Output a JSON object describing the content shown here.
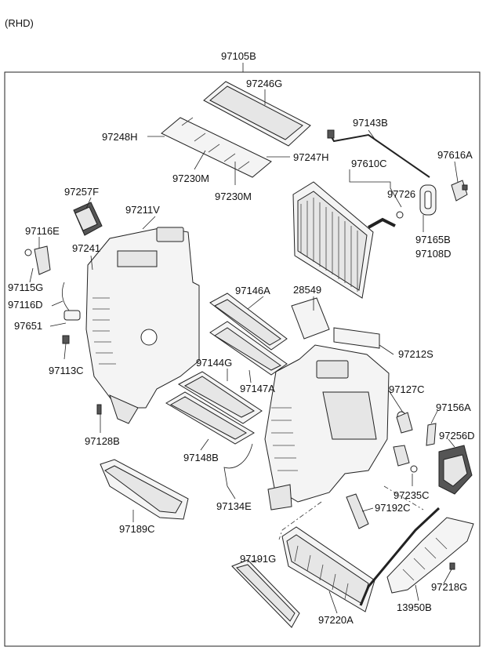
{
  "header": {
    "variant": "(RHD)"
  },
  "assembly": {
    "code": "97105B"
  },
  "parts": [
    {
      "code": "97246G"
    },
    {
      "code": "97143B"
    },
    {
      "code": "97248H"
    },
    {
      "code": "97247H"
    },
    {
      "code": "97616A"
    },
    {
      "code": "97230M"
    },
    {
      "code": "97610C"
    },
    {
      "code": "97230M"
    },
    {
      "code": "97726"
    },
    {
      "code": "97257F"
    },
    {
      "code": "97211V"
    },
    {
      "code": "97116E"
    },
    {
      "code": "97165B"
    },
    {
      "code": "97108D"
    },
    {
      "code": "97241"
    },
    {
      "code": "97115G"
    },
    {
      "code": "97116D"
    },
    {
      "code": "97146A"
    },
    {
      "code": "28549"
    },
    {
      "code": "97651"
    },
    {
      "code": "97212S"
    },
    {
      "code": "97113C"
    },
    {
      "code": "97144G"
    },
    {
      "code": "97147A"
    },
    {
      "code": "97127C"
    },
    {
      "code": "97156A"
    },
    {
      "code": "97256D"
    },
    {
      "code": "97128B"
    },
    {
      "code": "97148B"
    },
    {
      "code": "97235C"
    },
    {
      "code": "97134E"
    },
    {
      "code": "97192C"
    },
    {
      "code": "97189C"
    },
    {
      "code": "97191G"
    },
    {
      "code": "97218G"
    },
    {
      "code": "97220A"
    },
    {
      "code": "13950B"
    }
  ]
}
